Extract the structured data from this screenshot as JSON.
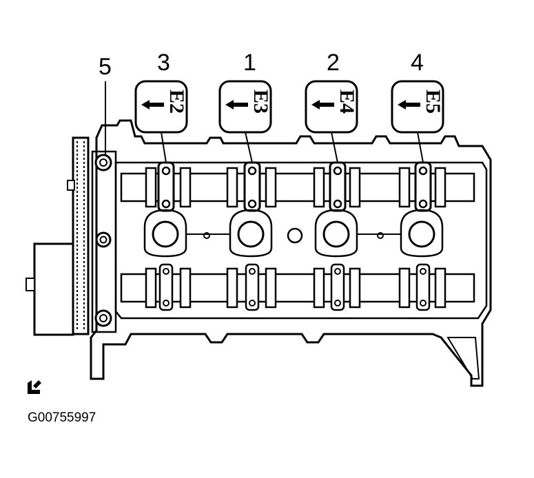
{
  "diagram": {
    "sequence_numbers": [
      "5",
      "3",
      "1",
      "2",
      "4"
    ],
    "cap_labels": [
      "E2",
      "E3",
      "E4",
      "E5"
    ],
    "figure_code": "G00755997"
  },
  "colors": {
    "line": "#000000",
    "background": "#ffffff"
  },
  "icons": {
    "corner_mark": "view-mark-icon"
  }
}
